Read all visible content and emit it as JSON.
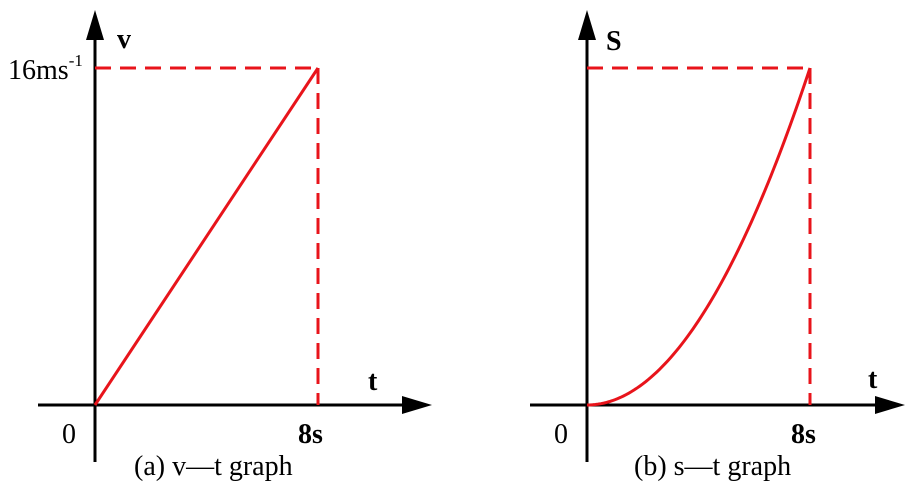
{
  "colors": {
    "axis": "#000000",
    "curve": "#e8141b",
    "guide": "#e8141b"
  },
  "chart_data": [
    {
      "type": "line",
      "caption": "(a) v—t graph",
      "origin_label": "0",
      "xlabel": "t",
      "ylabel": "v",
      "x_tick_label": "8s",
      "y_tick_label_main": "16ms",
      "y_tick_label_sup": "-1",
      "x_max": 8,
      "y_max": 16,
      "series": [
        {
          "x": [
            0,
            8
          ],
          "y": [
            0,
            16
          ]
        }
      ],
      "guides": "dashed lines from (8,16) to both axes"
    },
    {
      "type": "line",
      "caption": "(b) s—t graph",
      "origin_label": "0",
      "xlabel": "t",
      "ylabel": "S",
      "x_tick_label": "8s",
      "x_max": 8,
      "y_max": 64,
      "series": [
        {
          "x": [
            0,
            1,
            2,
            3,
            4,
            5,
            6,
            7,
            8
          ],
          "y": [
            0,
            1,
            4,
            9,
            16,
            25,
            36,
            49,
            64
          ]
        }
      ],
      "guides": "dashed lines from (8,64) to both axes"
    }
  ]
}
